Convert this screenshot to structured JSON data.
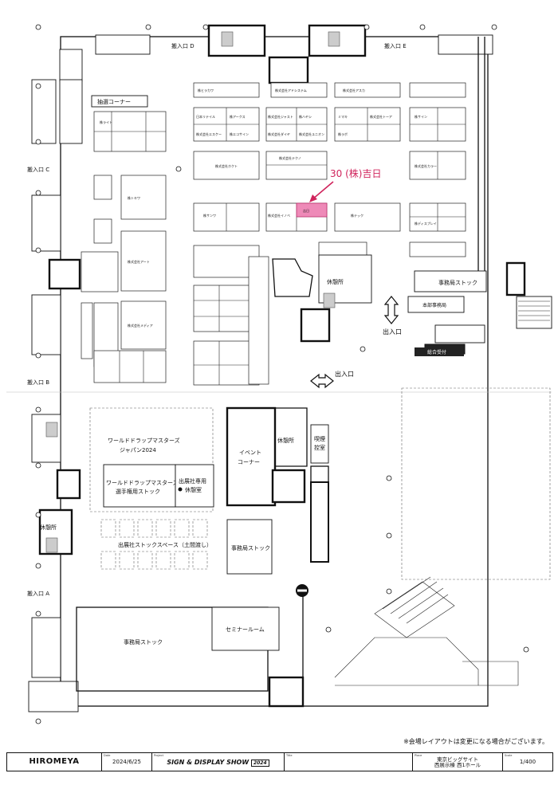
{
  "entrances": {
    "d": "搬入口 D",
    "e": "搬入口 E",
    "c": "搬入口 C",
    "b": "搬入口 B",
    "a": "搬入口 A"
  },
  "areas": {
    "lottery": "抽選コーナー",
    "rest_top": "休憩所",
    "rest_mid": "休憩所",
    "rest_left": "休憩所",
    "office_stock_right": "事務局ストック",
    "hq_office": "本部事務局",
    "reception": "総合受付",
    "exit_right": "出入口",
    "exit_center": "出入口",
    "world_drop_1": "ワールドドラップマスターズ",
    "world_drop_2": "ジャパン2024",
    "wd_stock_1": "ワールドドラップマスターズ",
    "wd_stock_2": "選手権用ストック",
    "exhibitor_rest_1": "出展社専用",
    "exhibitor_rest_2": "休憩室",
    "event_1": "イベント",
    "event_2": "コーナー",
    "smoking_1": "喫煙",
    "smoking_2": "控室",
    "exhibitor_stock": "出展社ストックスペース（土間渡し）",
    "office_stock_mid": "事務局ストック",
    "office_stock_bottom": "事務局ストック",
    "seminar": "セミナールーム"
  },
  "booths": {
    "b1": "株ヒラカワ",
    "b2": "株式会社アドシステム",
    "b3": "株式会社アスカ",
    "b4": "日本リテイル",
    "b5": "株アークス",
    "b6": "株式会社ジャスト",
    "b7": "株ハヤシ",
    "b8": "ミマキ",
    "b9": "株式会社トーア",
    "b10": "株式会社エスケー",
    "b11": "株エコサイン",
    "b12": "株式会社ダイヤ",
    "b13": "株式会社ユニオン",
    "b14": "株ラボ",
    "b15": "株式会社ホクト",
    "b16": "株式会社テクノ",
    "b17": "株サンワ",
    "b18": "株式会社イノベ",
    "b19": "株テック",
    "b20": "株トキワ",
    "b21": "株式会社アート",
    "b22": "株式会社メディア",
    "b23": "株ライト",
    "b24": "株サイン",
    "b25": "株式会社カラー",
    "b26": "株ディスプレイ"
  },
  "highlight": {
    "label": "30 (株)吉日",
    "booth_text": "吉日"
  },
  "note": "※会場レイアウトは変更になる場合がございます。",
  "titleblock": {
    "company": "HIROMEYA",
    "date_label": "Date",
    "date": "2024/6/25",
    "project_label": "Project",
    "project": "SIGN & DISPLAY SHOW",
    "project_year": "2024",
    "title_label": "Title",
    "title": "",
    "place_label": "Place",
    "place_1": "東京ビッグサイト",
    "place_2": "西展示棟 西1ホール",
    "scale_label": "Scale",
    "scale": "1/400"
  }
}
